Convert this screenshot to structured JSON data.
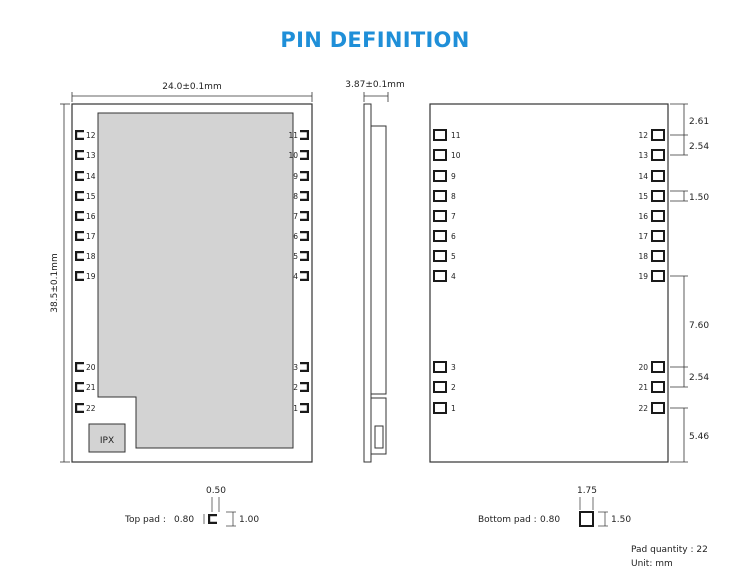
{
  "title": "PIN DEFINITION",
  "top_view": {
    "width_label": "24.0±0.1mm",
    "height_label": "38.5±0.1mm",
    "ipx_label": "IPX",
    "left_pins": [
      "12",
      "13",
      "14",
      "15",
      "16",
      "17",
      "18",
      "19",
      "20",
      "21",
      "22"
    ],
    "right_pins": [
      "11",
      "10",
      "9",
      "8",
      "7",
      "6",
      "5",
      "4",
      "3",
      "2",
      "1"
    ]
  },
  "side_view": {
    "thickness_label": "3.87±0.1mm"
  },
  "bottom_view": {
    "left_pins": [
      "11",
      "10",
      "9",
      "8",
      "7",
      "6",
      "5",
      "4",
      "3",
      "2",
      "1"
    ],
    "right_pins": [
      "12",
      "13",
      "14",
      "15",
      "16",
      "17",
      "18",
      "19",
      "20",
      "21",
      "22"
    ],
    "dims": [
      "2.61",
      "2.54",
      "1.50",
      "7.60",
      "2.54",
      "5.46"
    ]
  },
  "top_pad": {
    "label": "Top pad :",
    "w": "0.80",
    "h": "1.00",
    "top": "0.50"
  },
  "bottom_pad": {
    "label": "Bottom pad :",
    "w": "0.80",
    "h": "1.50",
    "top": "1.75"
  },
  "notes": {
    "pad_quantity": "Pad quantity : 22",
    "unit": "Unit:  mm"
  }
}
